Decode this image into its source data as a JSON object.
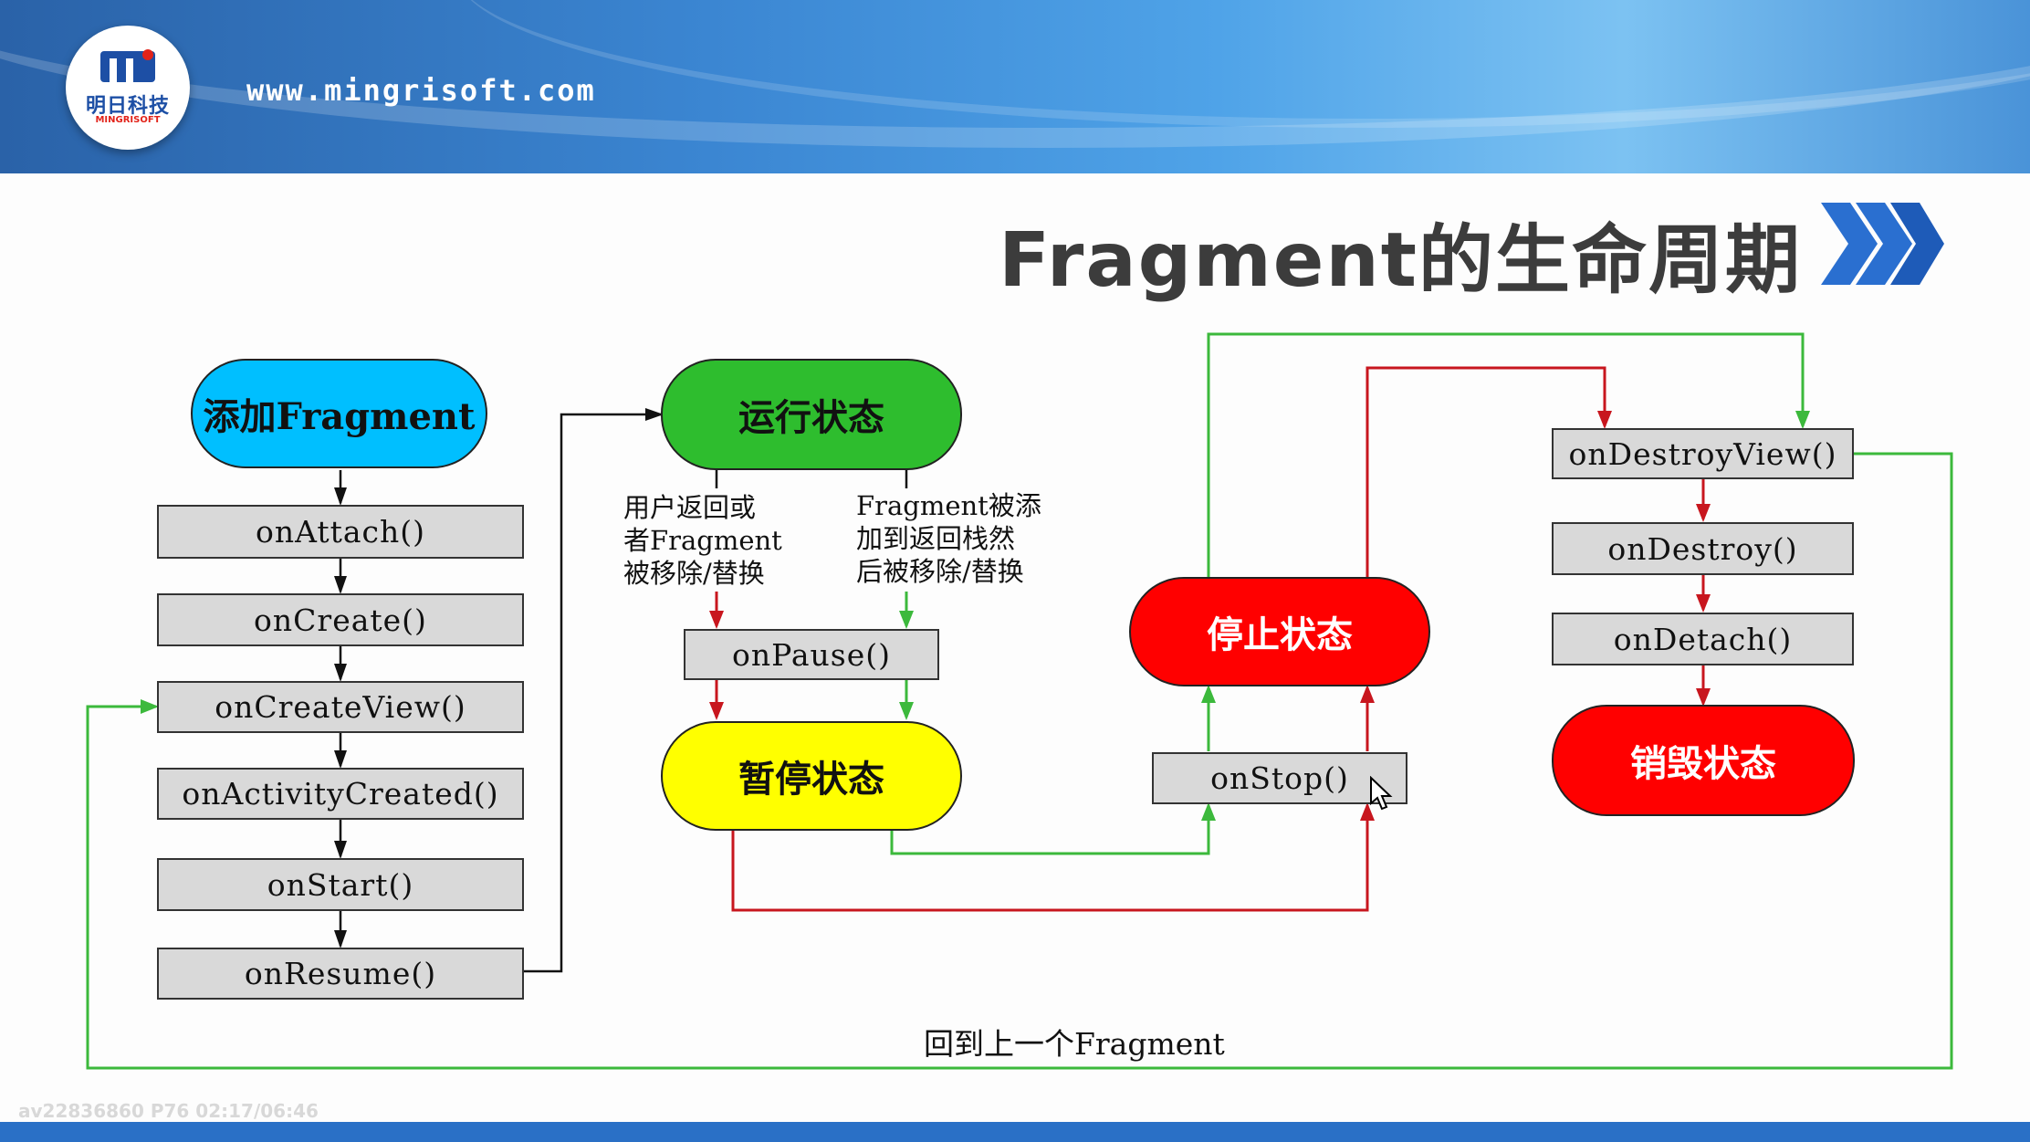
{
  "header": {
    "site_url": "www.mingrisoft.com",
    "logo_text_cn": "明日科技",
    "logo_text_en": "MINGRISOFT"
  },
  "title": "Fragment的生命周期",
  "states": {
    "add": "添加Fragment",
    "running": "运行状态",
    "paused": "暂停状态",
    "stopped": "停止状态",
    "destroyed": "销毁状态"
  },
  "methods": {
    "onAttach": "onAttach()",
    "onCreate": "onCreate()",
    "onCreateView": "onCreateView()",
    "onActivityCreated": "onActivityCreated()",
    "onStart": "onStart()",
    "onResume": "onResume()",
    "onPause": "onPause()",
    "onStop": "onStop()",
    "onDestroyView": "onDestroyView()",
    "onDestroy": "onDestroy()",
    "onDetach": "onDetach()"
  },
  "notes": {
    "left": "用户返回或\n者Fragment\n被移除/替换",
    "right": "Fragment被添\n加到返回栈然\n后被移除/替换"
  },
  "bottom_label": "回到上一个Fragment",
  "watermark": "av22836860 P76 02:17/06:46",
  "colors": {
    "add": "#00bfff",
    "running": "#2ebd2e",
    "paused": "#ffff00",
    "stopped": "#ff0000",
    "destroyed": "#ff0000",
    "green_path": "#3cb93c",
    "red_path": "#c8161e"
  }
}
